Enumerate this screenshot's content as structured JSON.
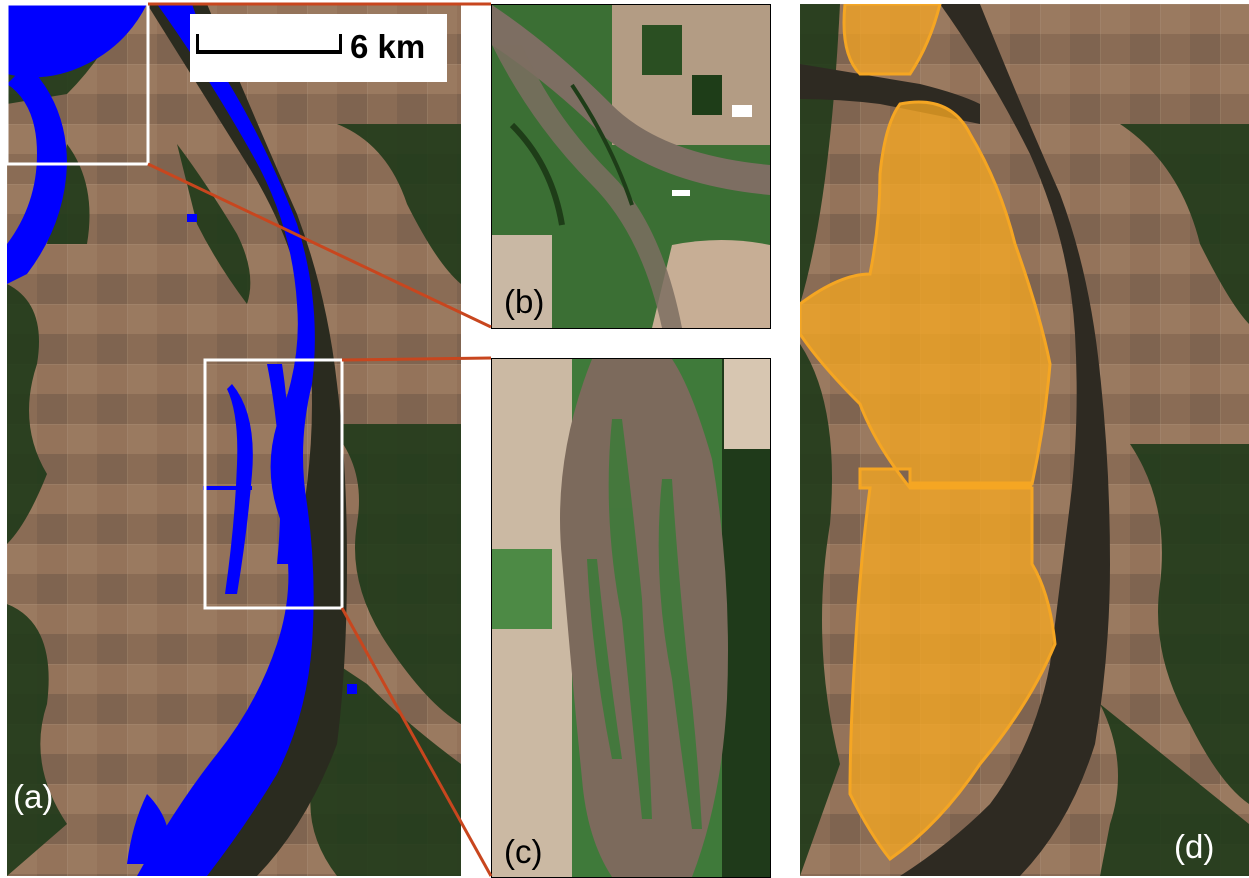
{
  "figure": {
    "panels": [
      {
        "id": "a",
        "label": "(a)",
        "description_role": "water-mask-overlay"
      },
      {
        "id": "b",
        "label": "(b)"
      },
      {
        "id": "c",
        "label": "(c)"
      },
      {
        "id": "d",
        "label": "(d)"
      }
    ],
    "scale_bar": {
      "label": "6 km"
    },
    "colors": {
      "water_mask": "#0000ff",
      "highlight_polygon": "#f5a623",
      "connector_lines": "#c8461e",
      "inset_frame": "#ffffff",
      "terrain_brown": "#8c6e55",
      "vegetation_dark": "#1f3a1a",
      "river_silt": "#7c6a5c",
      "marsh_green": "#3f7a3a"
    }
  }
}
